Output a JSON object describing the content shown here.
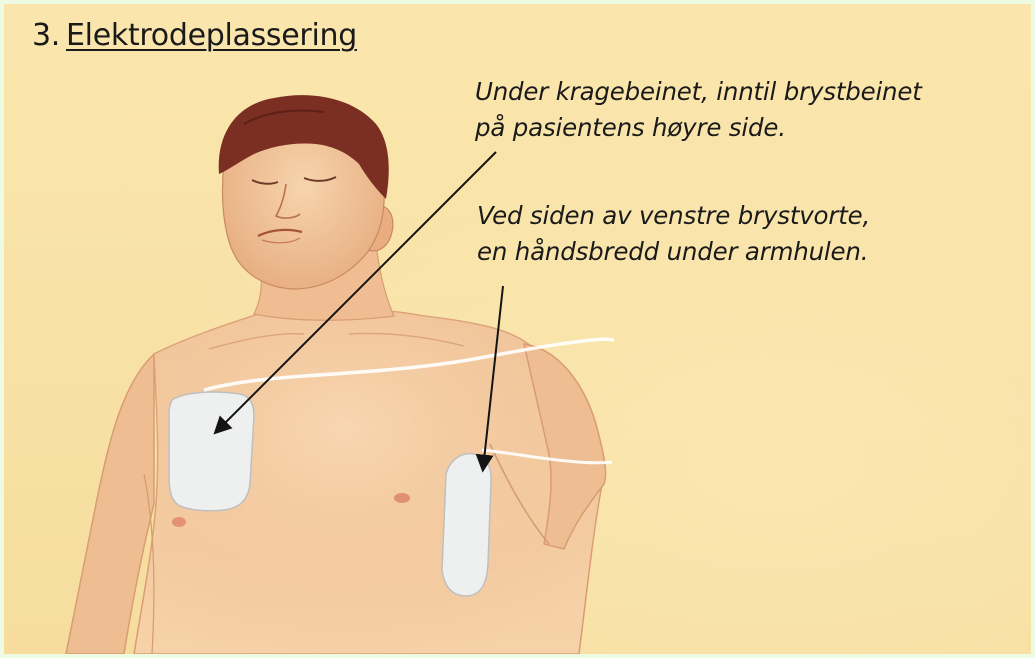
{
  "title": {
    "number": "3.",
    "text": "Elektrodeplassering"
  },
  "annotations": [
    {
      "lines": [
        "Under kragebeinet, inntil brystbeinet",
        "på pasientens høyre side."
      ]
    },
    {
      "lines": [
        "Ved siden av venstre brystvorte,",
        "en håndsbredd under armhulen."
      ]
    }
  ],
  "colors": {
    "background": "#f8e2a4",
    "skin": "#f3c79b",
    "hair": "#7a2f22",
    "electrode": "#eeefef",
    "text": "#1a1a1a"
  }
}
